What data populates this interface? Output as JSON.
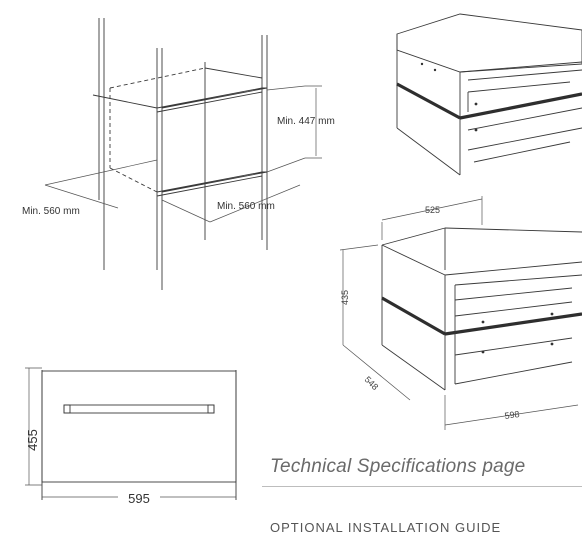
{
  "page": {
    "title": "Technical Specifications page",
    "footer_heading": "OPTIONAL INSTALLATION GUIDE"
  },
  "cabinet_diagram": {
    "height_label": "Min. 447 mm",
    "left_width_label": "Min. 560 mm",
    "right_width_label": "Min. 560 mm"
  },
  "drawer_dimensions": {
    "width_top": "525",
    "height": "435",
    "depth": "548",
    "width_front": "598"
  },
  "front_view": {
    "height": "455",
    "width": "595"
  },
  "colors": {
    "line": "#3a3a3a",
    "title": "#6a6a6a"
  }
}
